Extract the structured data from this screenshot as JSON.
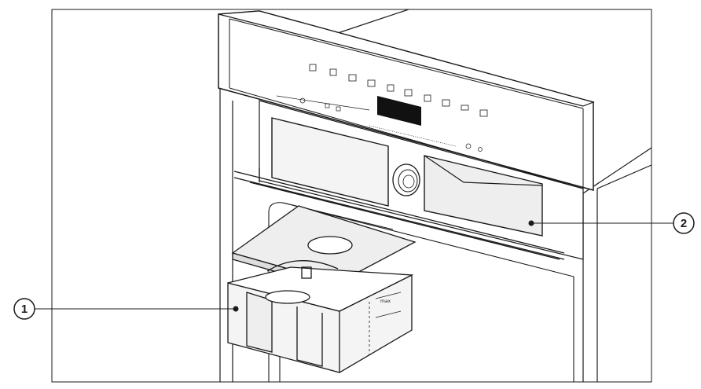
{
  "figure": {
    "callouts": [
      {
        "id": "1",
        "label": "1"
      },
      {
        "id": "2",
        "label": "2"
      }
    ],
    "tank_markings": {
      "max": "max"
    },
    "colors": {
      "line": "#1a1a1a",
      "panel_fill": "#eeeeee",
      "tank_fill": "#f4f4f4",
      "display": "#111111"
    },
    "control_icons": [
      "oven-mode-icon",
      "grill-icon",
      "fan-icon",
      "steam-icon",
      "drop-icon",
      "tray-icon",
      "timer-icon",
      "recipe-icon",
      "menu-icon",
      "light-icon"
    ]
  }
}
